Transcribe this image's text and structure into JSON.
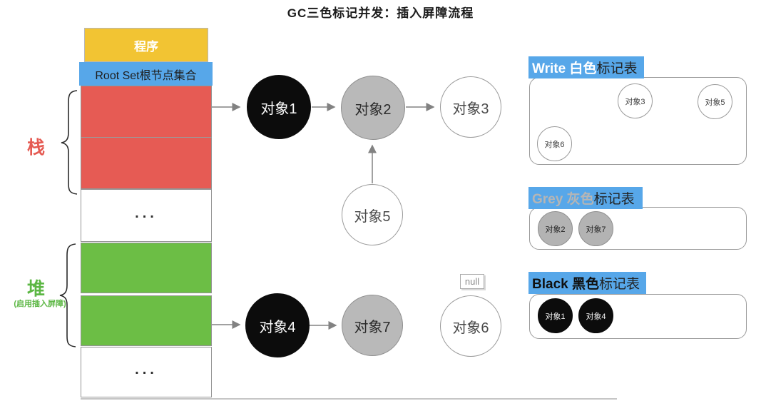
{
  "title": "GC三色标记并发：插入屏障流程",
  "memory": {
    "program": "程序",
    "root_set": "Root Set根节点集合",
    "stack_label": "栈",
    "heap_label": "堆",
    "heap_note": "(启用插入屏障)",
    "ellipsis": "..."
  },
  "graph": {
    "null_tag": "null",
    "nodes": {
      "obj1": {
        "label": "对象1",
        "color": "black"
      },
      "obj2": {
        "label": "对象2",
        "color": "grey"
      },
      "obj3": {
        "label": "对象3",
        "color": "white"
      },
      "obj4": {
        "label": "对象4",
        "color": "black"
      },
      "obj5": {
        "label": "对象5",
        "color": "white"
      },
      "obj6": {
        "label": "对象6",
        "color": "white"
      },
      "obj7": {
        "label": "对象7",
        "color": "grey"
      }
    }
  },
  "tables": {
    "white": {
      "prefix": "Write 白色",
      "suffix": "标记表",
      "items": [
        "对象3",
        "对象5",
        "对象6"
      ]
    },
    "grey": {
      "prefix": "Grey 灰色",
      "suffix": "标记表",
      "items": [
        "对象2",
        "对象7"
      ]
    },
    "black": {
      "prefix": "Black 黑色",
      "suffix": "标记表",
      "items": [
        "对象1",
        "对象4"
      ]
    }
  },
  "colors": {
    "blue": "#57A7E9",
    "yellow": "#F2C433",
    "red": "#E65B54",
    "green": "#6CBE45",
    "grey_node": "#b9b9b9",
    "black_node": "#0c0c0c",
    "connector": "#828282"
  }
}
